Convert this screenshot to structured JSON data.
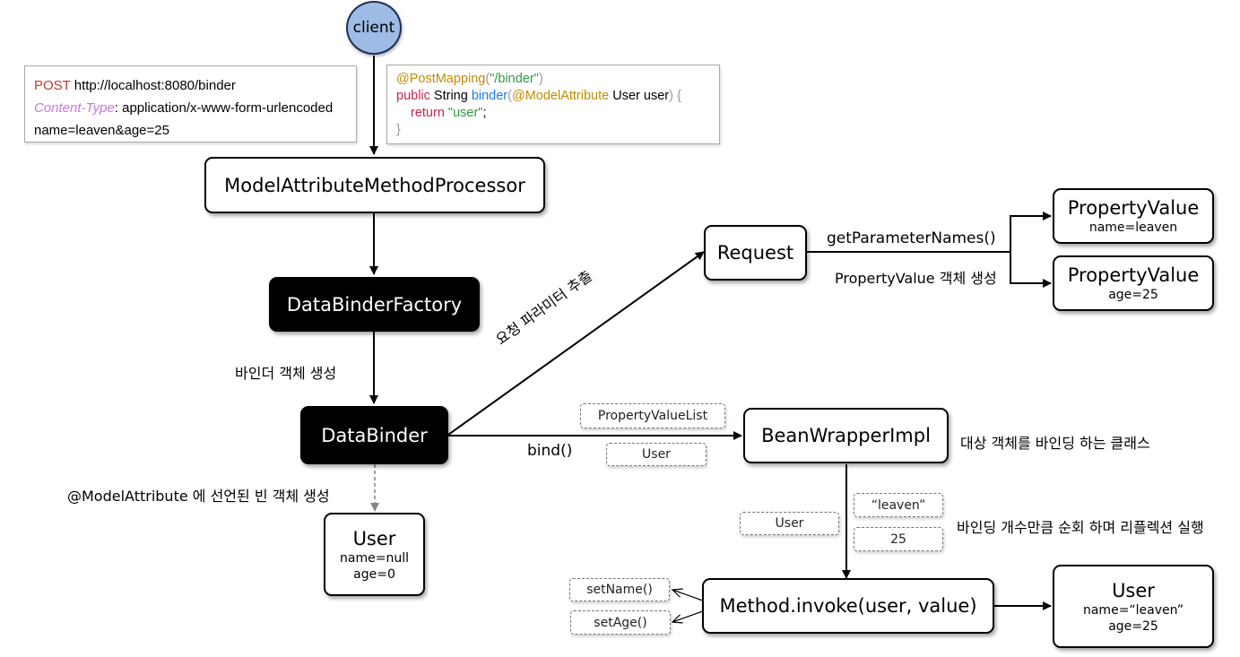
{
  "client": "client",
  "request_block": {
    "method": "POST",
    "url": "http://localhost:8080/binder",
    "header_name": "Content-Type",
    "header_value": ": application/x-www-form-urlencoded",
    "body": "name=leaven&age=25"
  },
  "code_block": {
    "annotation": "@PostMapping",
    "paren_open": "(",
    "path": "\"/binder\"",
    "paren_close": ")",
    "kw_public": "public",
    "type_string": " String ",
    "method_name": "binder",
    "paren2_open": "(",
    "param_annotation": "@ModelAttribute",
    "param": " User user",
    "brace_open": ") {",
    "kw_return": "return",
    "return_value": "\"user\"",
    "semicolon": ";",
    "brace_close": "}"
  },
  "nodes": {
    "processor": "ModelAttributeMethodProcessor",
    "factory": "DataBinderFactory",
    "binder": "DataBinder",
    "request": "Request",
    "bean_wrapper": "BeanWrapperImpl",
    "invoke": "Method.invoke(user, value)",
    "pv1_title": "PropertyValue",
    "pv1_value": "name=leaven",
    "pv2_title": "PropertyValue",
    "pv2_value": "age=25",
    "user_empty_title": "User",
    "user_empty_name": "name=null",
    "user_empty_age": "age=0",
    "user_full_title": "User",
    "user_full_name": "name=“leaven”",
    "user_full_age": "age=25"
  },
  "tags": {
    "property_value_list": "PropertyValueList",
    "user_arg": "User",
    "user_loop": "User",
    "leaven": "“leaven”",
    "age_value": "25",
    "set_name": "setName()",
    "set_age": "setAge()"
  },
  "labels": {
    "create_binder": "바인더 객체 생성",
    "extract_params": "요청 파라미터 추출",
    "get_param_names": "getParameterNames()",
    "create_pv": "PropertyValue 객체 생성",
    "bind": "bind()",
    "bean_wrapper_desc": "대상 객체를 바인딩 하는 클래스",
    "model_attribute_desc": "@ModelAttribute 에 선언된 빈 객체 생성",
    "reflection_desc": "바인딩 개수만큼 순회 하며 리플렉션 실행"
  }
}
